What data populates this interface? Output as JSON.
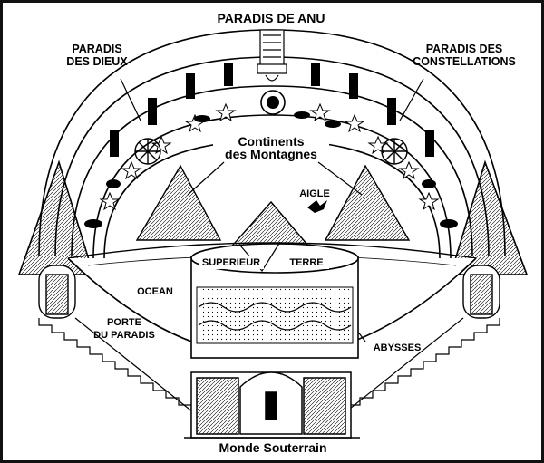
{
  "labels": {
    "paradis_anu": "PARADIS DE ANU",
    "paradis_dieux": "PARADIS\nDES DIEUX",
    "paradis_constellations": "PARADIS DES\nCONSTELLATIONS",
    "continents": "Continents\ndes Montagnes",
    "aigle": "AIGLE",
    "superieur": "SUPERIEUR",
    "terre": "TERRE",
    "ocean": "OCEAN",
    "porte_paradis": "PORTE\nDU PARADIS",
    "abysses": "ABYSSES",
    "monde_souterrain": "Monde Souterrain"
  },
  "colors": {
    "ink": "#000000",
    "paper": "#ffffff",
    "ground": "#dcdcdc"
  },
  "icons": {
    "star": "star-glyph",
    "sun": "sun-disc",
    "moon": "crescent-moon",
    "eagle": "eagle",
    "deity": "deity-figure"
  }
}
